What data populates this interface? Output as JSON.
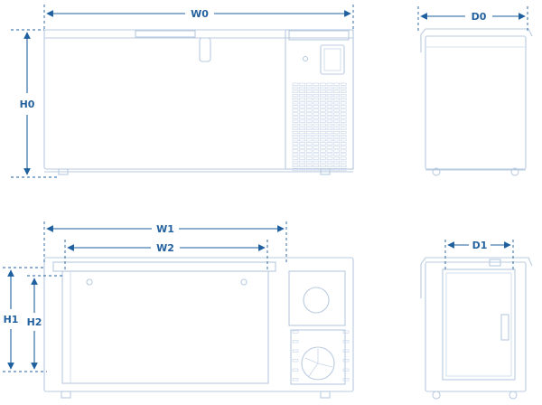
{
  "dimensions": {
    "top_front": {
      "width": "W0",
      "height": "H0"
    },
    "top_side": {
      "depth": "D0"
    },
    "bottom_front": {
      "outer_width": "W1",
      "inner_width": "W2",
      "outer_height": "H1",
      "inner_height": "H2"
    },
    "bottom_side": {
      "inner_depth": "D1"
    }
  },
  "colors": {
    "drawing_line": "#b9cbe0",
    "dimension_line": "#1e5f9e",
    "label_text": "#24629f"
  }
}
